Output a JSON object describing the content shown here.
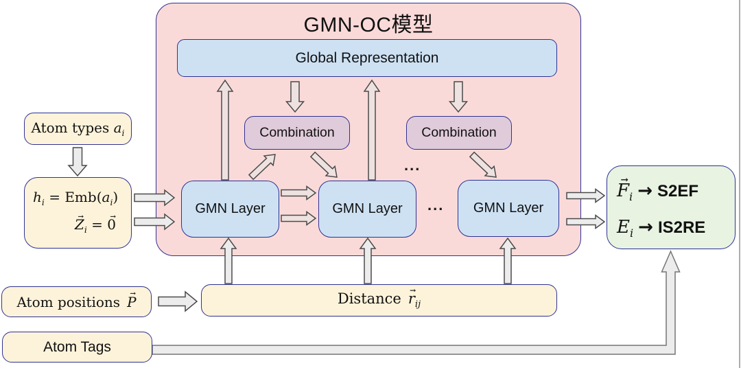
{
  "title": "GMN-OC模型",
  "colors": {
    "border-navy": "#2e3192",
    "pink": "#fadad9",
    "blue": "#cde1f3",
    "purple": "#e0cbda",
    "cream": "#fdf3da",
    "green": "#e8f3e2",
    "arrow-fill": "#ececec",
    "arrow-fill-warm": "#eee2e0",
    "arrow-stroke": "#4a4a4a",
    "elbow-stroke": "#757575"
  },
  "math": {
    "vec": "→"
  },
  "global_box": {
    "label": "Global Representation"
  },
  "combination1": {
    "label": "Combination"
  },
  "combination2": {
    "label": "Combination"
  },
  "gmn_layer1": {
    "label": "GMN Layer"
  },
  "gmn_layer2": {
    "label": "GMN Layer"
  },
  "gmn_layer3": {
    "label": "GMN Layer"
  },
  "ellipsis_top": "...",
  "ellipsis_mid": "...",
  "atom_types": {
    "text": "Atom types ",
    "var": "a",
    "sub": "i"
  },
  "embedding": {
    "h": "h",
    "h_sub": "i",
    "eq1": " = Emb(",
    "a": "a",
    "a_sub": "i",
    "close": ")",
    "z": "Z",
    "z_sub": "i",
    "eq2": " = ",
    "zero": "0"
  },
  "atom_positions": {
    "text": "Atom positions",
    "var": "P"
  },
  "distance": {
    "text": "Distance",
    "var": "r",
    "sub": "ij"
  },
  "atom_tags": {
    "label": "Atom Tags"
  },
  "output": {
    "f": "F",
    "f_sub": "i",
    "arrow1": "→",
    "t1": "S2EF",
    "e": "E",
    "e_sub": "i",
    "arrow2": "→",
    "t2": "IS2RE"
  }
}
